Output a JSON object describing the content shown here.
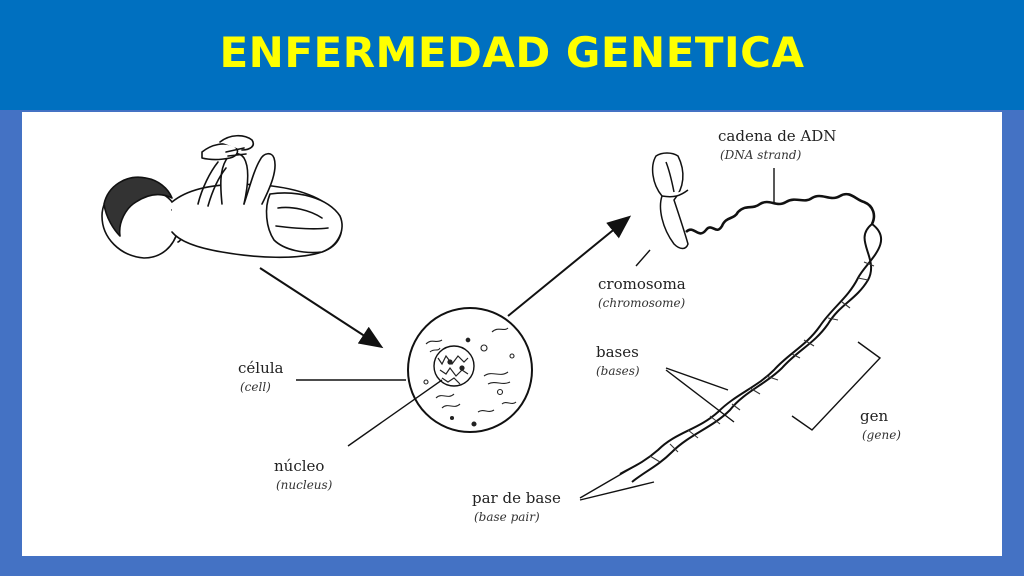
{
  "slide": {
    "title": "ENFERMEDAD GENETICA",
    "colors": {
      "header": "#0070c0",
      "title": "#ffff00",
      "frame": "#4472c4",
      "panel": "#ffffff"
    }
  },
  "diagram": {
    "labels": {
      "cadena": {
        "main": "cadena de ADN",
        "sub": "(DNA strand)"
      },
      "cromosoma": {
        "main": "cromosoma",
        "sub": "(chromosome)"
      },
      "bases": {
        "main": "bases",
        "sub": "(bases)"
      },
      "celula": {
        "main": "célula",
        "sub": "(cell)"
      },
      "nucleo": {
        "main": "núcleo",
        "sub": "(nucleus)"
      },
      "gen": {
        "main": "gen",
        "sub": "(gene)"
      },
      "par": {
        "main": "par de base",
        "sub": "(base pair)"
      }
    }
  }
}
